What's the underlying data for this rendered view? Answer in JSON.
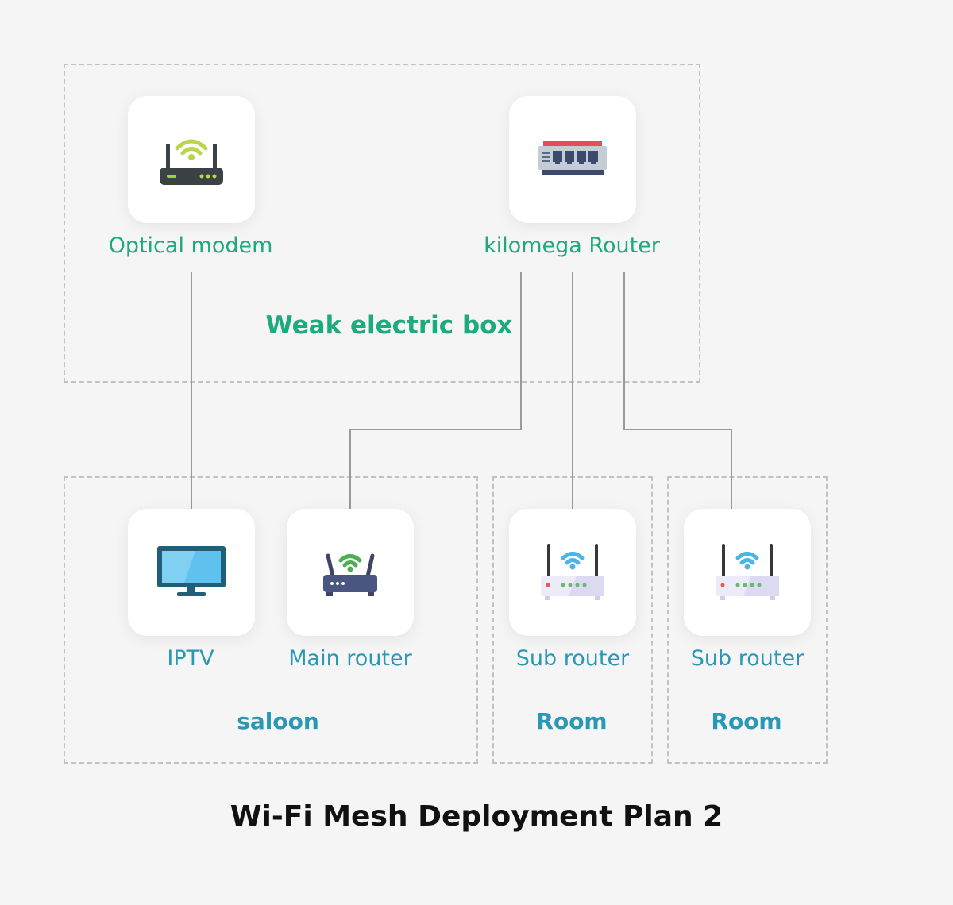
{
  "title": "Wi-Fi Mesh Deployment Plan 2",
  "colors": {
    "background": "#f5f5f5",
    "zone_border": "#c2c2c2",
    "wire": "#9a9a9a",
    "green_label": "#1fa97f",
    "blue_label": "#2a97b5"
  },
  "zones": {
    "weak_electric_box": "Weak electric box",
    "saloon": "saloon",
    "room_1": "Room",
    "room_2": "Room"
  },
  "devices": {
    "optical_modem": {
      "label": "Optical modem",
      "icon": "optical-modem-icon"
    },
    "kilomega_router": {
      "label": "kilomega Router",
      "icon": "network-switch-icon"
    },
    "iptv": {
      "label": "IPTV",
      "icon": "tv-icon"
    },
    "main_router": {
      "label": "Main router",
      "icon": "wifi-router-icon"
    },
    "sub_router_1": {
      "label": "Sub router",
      "icon": "sub-router-icon"
    },
    "sub_router_2": {
      "label": "Sub router",
      "icon": "sub-router-icon"
    }
  },
  "connections": [
    [
      "optical_modem",
      "iptv"
    ],
    [
      "kilomega_router",
      "main_router"
    ],
    [
      "kilomega_router",
      "sub_router_1"
    ],
    [
      "kilomega_router",
      "sub_router_2"
    ]
  ]
}
